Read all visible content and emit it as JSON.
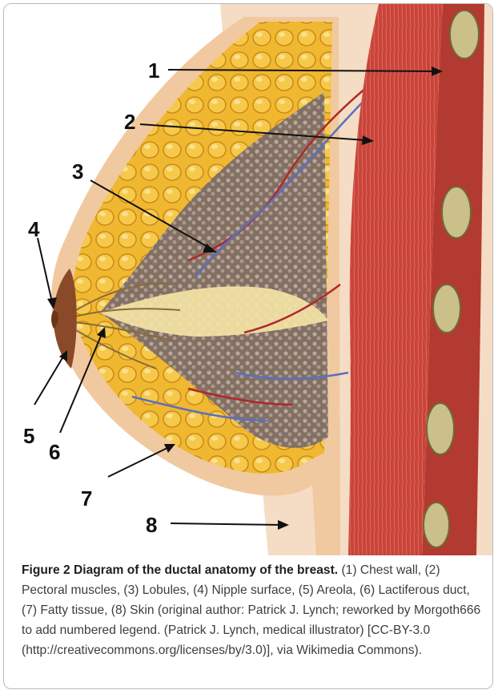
{
  "figure": {
    "callouts": [
      {
        "number": "1"
      },
      {
        "number": "2"
      },
      {
        "number": "3"
      },
      {
        "number": "4"
      },
      {
        "number": "5"
      },
      {
        "number": "6"
      },
      {
        "number": "7"
      },
      {
        "number": "8"
      }
    ],
    "colors": {
      "background": "#f5dcc4",
      "skin": "#f1c9a0",
      "fat": "#f0b830",
      "gland": "#8a7a72",
      "muscle": "#c8443a",
      "rib": "#cbc08a",
      "vein": "#5a6fc2",
      "artery": "#b0282a"
    }
  },
  "caption": {
    "label": "Figure 2",
    "title": "Diagram of the ductal anatomy of the breast.",
    "body": "(1) Chest wall, (2) Pectoral muscles, (3) Lobules, (4) Nipple surface, (5) Areola, (6) Lactiferous duct, (7) Fatty tissue, (8) Skin (original author: Patrick J. Lynch; reworked by Morgoth666 to add numbered legend. (Patrick J. Lynch, medical illustrator) [CC-BY-3.0 (http://creativecommons.org/licenses/by/3.0)], via Wikimedia Commons)."
  }
}
